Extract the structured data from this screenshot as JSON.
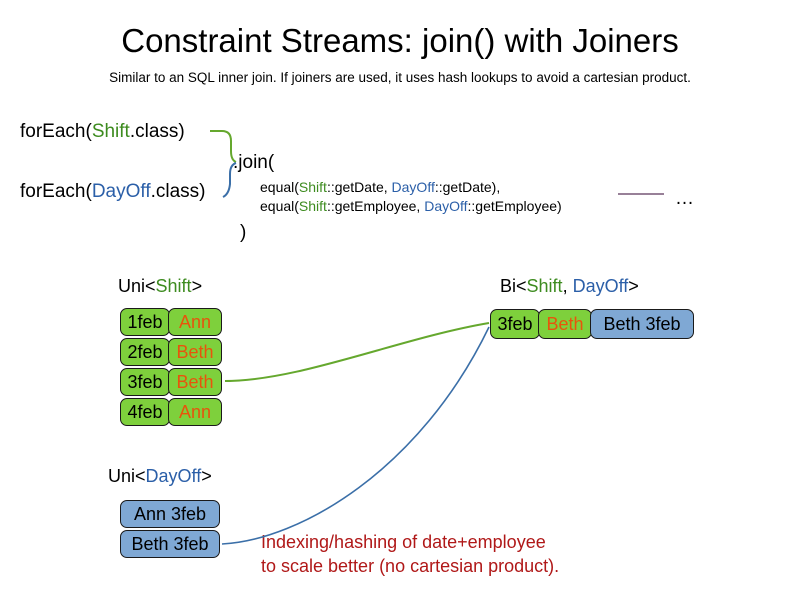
{
  "header": {
    "title": "Constraint Streams: join() with Joiners",
    "subtitle": "Similar to an SQL inner join. If joiners are used, it uses hash lookups to avoid a cartesian product."
  },
  "code": {
    "foreach_shift": {
      "prefix": "forEach(",
      "type": "Shift",
      "suffix": ".class)"
    },
    "foreach_dayoff": {
      "prefix": "forEach(",
      "type": "DayOff",
      "suffix": ".class)"
    },
    "join_open": ".join(",
    "join_close": ")",
    "args": [
      {
        "prefix": "equal(",
        "left_type": "Shift",
        "left_ref": "::getDate, ",
        "right_type": "DayOff",
        "right_ref": "::getDate),"
      },
      {
        "prefix": "equal(",
        "left_type": "Shift",
        "left_ref": "::getEmployee, ",
        "right_type": "DayOff",
        "right_ref": "::getEmployee)"
      }
    ],
    "ellipsis": "…"
  },
  "streams": {
    "uni_shift": {
      "caption": {
        "prefix": "Uni<",
        "type": "Shift",
        "suffix": ">"
      },
      "rows": [
        {
          "date": "1feb",
          "employee": "Ann"
        },
        {
          "date": "2feb",
          "employee": "Beth"
        },
        {
          "date": "3feb",
          "employee": "Beth"
        },
        {
          "date": "4feb",
          "employee": "Ann"
        }
      ]
    },
    "uni_dayoff": {
      "caption": {
        "prefix": "Uni<",
        "type": "DayOff",
        "suffix": ">"
      },
      "rows": [
        {
          "pair": "Ann 3feb"
        },
        {
          "pair": "Beth 3feb"
        }
      ]
    },
    "bi": {
      "caption": {
        "prefix": "Bi<",
        "type_a": "Shift",
        "separator": ", ",
        "type_b": "DayOff",
        "suffix": ">"
      },
      "row": {
        "date": "3feb",
        "employee": "Beth",
        "pair": "Beth 3feb"
      }
    }
  },
  "annotation": {
    "line1": "Indexing/hashing of date+employee",
    "line2": "to scale better (no cartesian product)."
  },
  "colors": {
    "shift_green_text": "#3d8b1f",
    "dayoff_blue_text": "#2b5fa8",
    "box_green_fill": "#7ed03c",
    "box_blue_fill": "#7fa8d4",
    "employee_orange": "#e8540c",
    "annotation_red": "#b01818",
    "connector_green": "#65a82e",
    "connector_blue": "#3b6fa8",
    "rule_purple": "#8a6e8a"
  }
}
